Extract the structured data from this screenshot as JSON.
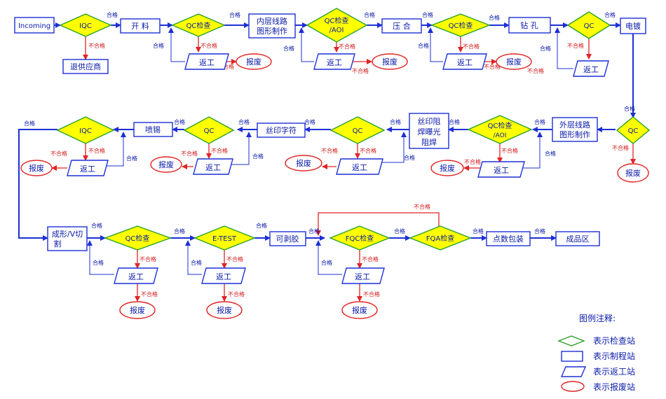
{
  "nodes": {
    "incoming": "Incoming",
    "iqc1": "IQC",
    "return_supplier": "退供应商",
    "cutting": "开 料",
    "qc1": "QC检查",
    "inner1": "内层线路",
    "inner2": "图形制作",
    "qc_aoi1_a": "QC检查",
    "qc_aoi1_b": "/AOI",
    "pressing": "压 合",
    "qc2": "QC检查",
    "drilling": "钻 孔",
    "qc3": "QC",
    "plating": "电镀",
    "qc4": "QC",
    "outer1": "外层线路",
    "outer2": "图形制作",
    "qc_aoi2_a": "QC检查",
    "qc_aoi2_b": "/AOI",
    "mask1": "丝印阻",
    "mask2": "焊曝光",
    "mask3": "阻焊",
    "qc5": "QC",
    "silk": "丝印字符",
    "qc6": "QC",
    "hasl": "喷锡",
    "iqc2": "IQC",
    "routing1": "成形/V切",
    "routing2": "割",
    "qc7": "QC检查",
    "etest": "E-TEST",
    "peelable": "可剥胶",
    "fqc": "FQC检查",
    "fqa": "FQA检查",
    "pack": "点数包装",
    "warehouse": "成品区"
  },
  "rework": "返工",
  "scrap": "报废",
  "pass": "合格",
  "fail": "不合格",
  "legend": {
    "title": "图例注释:",
    "items": [
      "表示检查站",
      "表示制程站",
      "表示返工站",
      "表示报废站"
    ]
  },
  "colors": {
    "flow": "#1c2fd6",
    "check_fill": "#ffff00",
    "check_stroke": "#2aa02a",
    "scrap": "#e22424",
    "text": "#0a1aa8"
  }
}
